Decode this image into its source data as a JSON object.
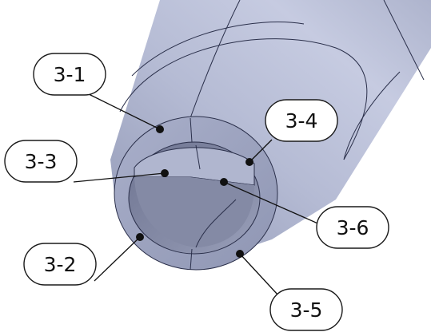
{
  "callouts": [
    {
      "id": "3-1",
      "label": "3-1"
    },
    {
      "id": "3-2",
      "label": "3-2"
    },
    {
      "id": "3-3",
      "label": "3-3"
    },
    {
      "id": "3-4",
      "label": "3-4"
    },
    {
      "id": "3-5",
      "label": "3-5"
    },
    {
      "id": "3-6",
      "label": "3-6"
    }
  ],
  "colors": {
    "outer_surface": "#aab1cc",
    "outer_surface_light": "#c4cae0",
    "end_face": "#9aa1bd",
    "inner_bore": "#7e849f",
    "edge_line": "#2a2f4a",
    "callout_border": "#1a1a1a",
    "background": "#ffffff"
  }
}
